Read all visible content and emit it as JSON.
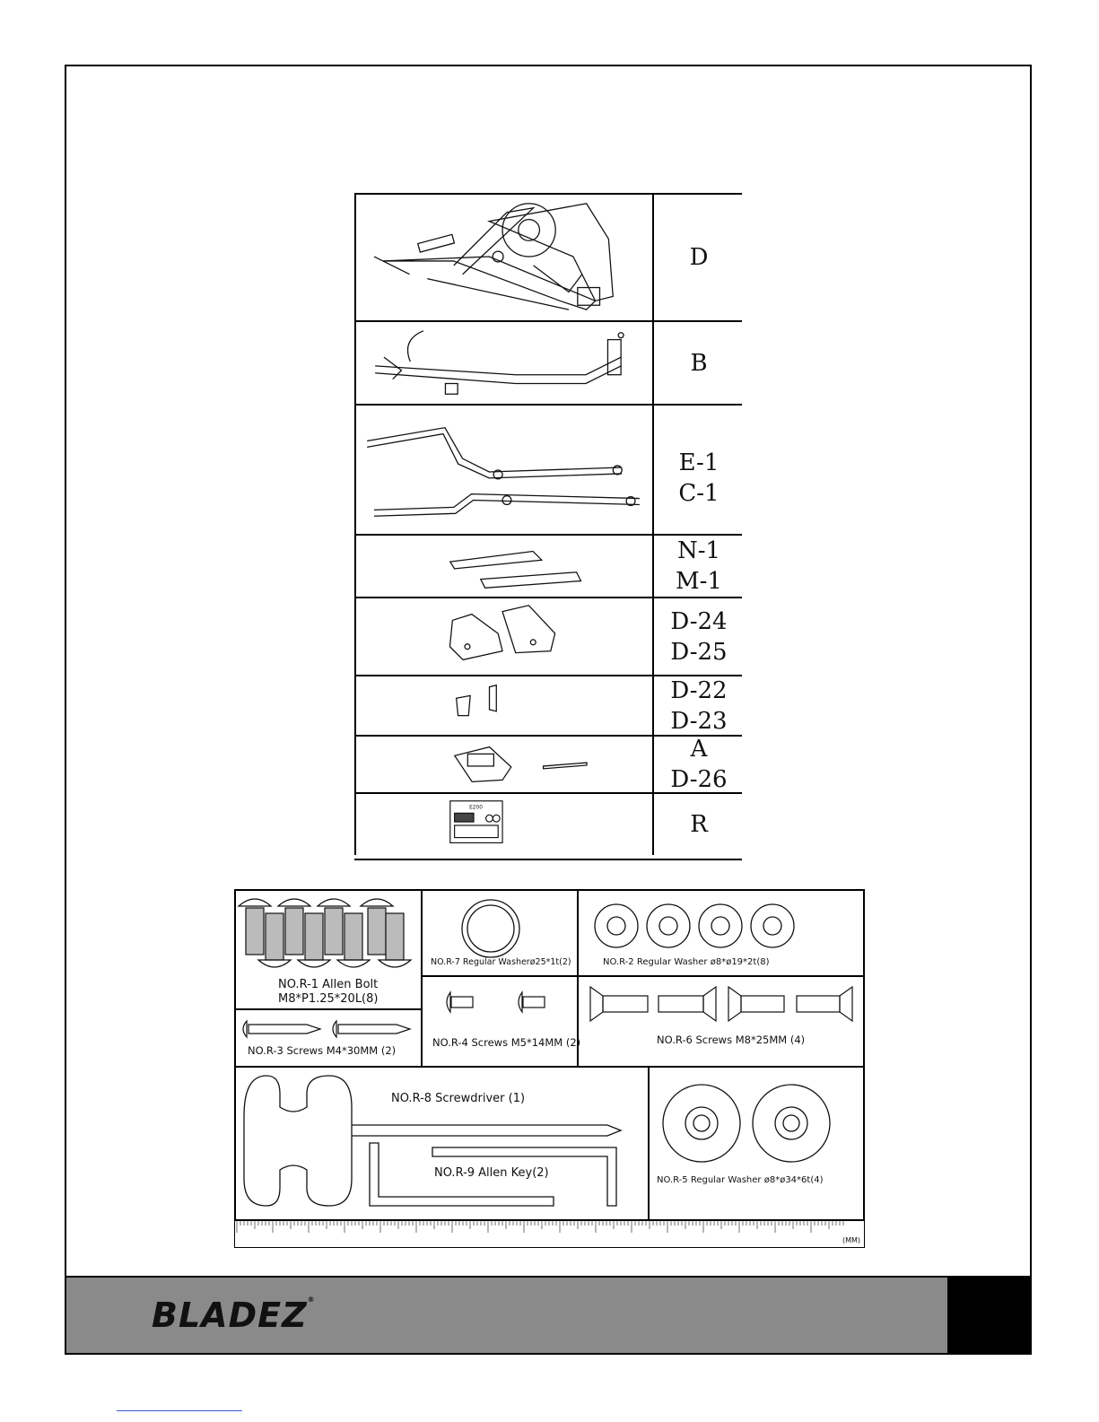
{
  "parts": {
    "rows": [
      {
        "codes": [
          "D"
        ]
      },
      {
        "codes": [
          "B"
        ]
      },
      {
        "codes": [
          "E-1",
          "C-1"
        ]
      },
      {
        "codes": [
          "N-1",
          "M-1"
        ]
      },
      {
        "codes": [
          "D-24",
          "D-25"
        ]
      },
      {
        "codes": [
          "D-22",
          "D-23"
        ]
      },
      {
        "codes": [
          "A",
          "D-26"
        ]
      },
      {
        "codes": [
          "R"
        ]
      }
    ],
    "manual_label": "E200"
  },
  "hardware": {
    "r1_line1": "NO.R-1 Allen Bolt",
    "r1_line2": "M8*P1.25*20L(8)",
    "r7": "NO.R-7 Regular Washerø25*1t(2)",
    "r2": "NO.R-2 Regular Washer ø8*ø19*2t(8)",
    "r3": "NO.R-3 Screws  M4*30MM (2)",
    "r4": "NO.R-4 Screws M5*14MM (2)",
    "r6": "NO.R-6 Screws M8*25MM (4)",
    "r8": "NO.R-8 Screwdriver (1)",
    "r9": "NO.R-9 Allen Key(2)",
    "r5": "NO.R-5 Regular Washer ø8*ø34*6t(4)",
    "ruler_unit": "(MM)"
  },
  "footer": {
    "brand": "BLADEZ",
    "brand_mark": "®"
  }
}
